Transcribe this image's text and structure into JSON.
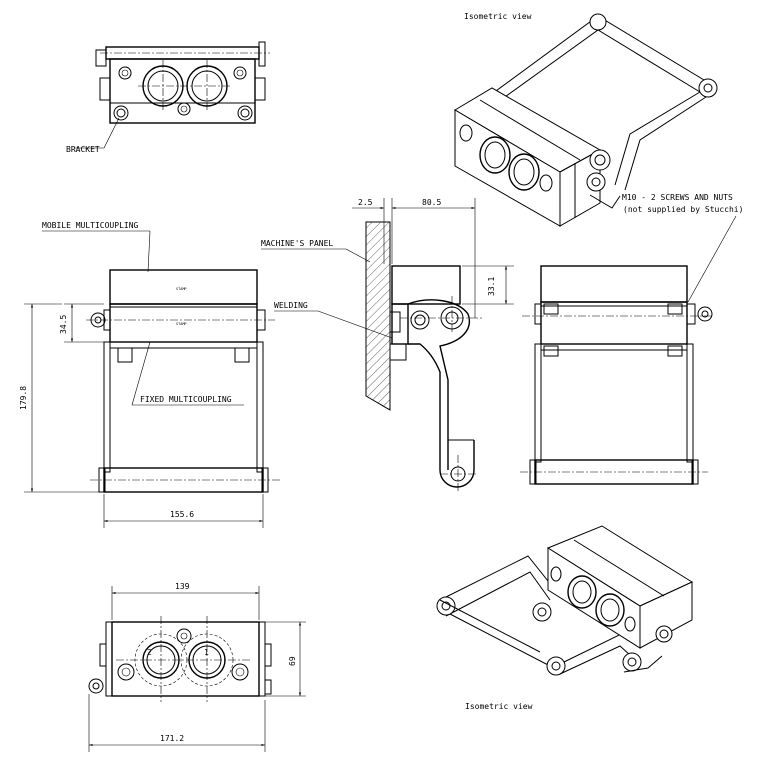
{
  "labels": {
    "isometric_top": "Isometric view",
    "isometric_bottom": "Isometric view",
    "bracket": "BRACKET",
    "mobile_multicoupling": "MOBILE MULTICOUPLING",
    "fixed_multicoupling": "FIXED MULTICOUPLING",
    "machines_panel": "MACHINE'S PANEL",
    "welding": "WELDING",
    "screws_line1": "M10 - 2 SCREWS AND NUTS",
    "screws_line2": "(not supplied by Stucchi)",
    "stamp_upper": "STAMP",
    "stamp_lower": "STAMP",
    "hole_1": "1",
    "hole_2": "2"
  },
  "dimensions": {
    "panel_thickness": "2.5",
    "side_depth": "80.5",
    "side_height": "33.1",
    "front_upper_height": "34.5",
    "front_total_height": "179.8",
    "front_width": "155.6",
    "plate_width": "139",
    "plate_height": "69",
    "plate_overall_width": "171.2"
  }
}
